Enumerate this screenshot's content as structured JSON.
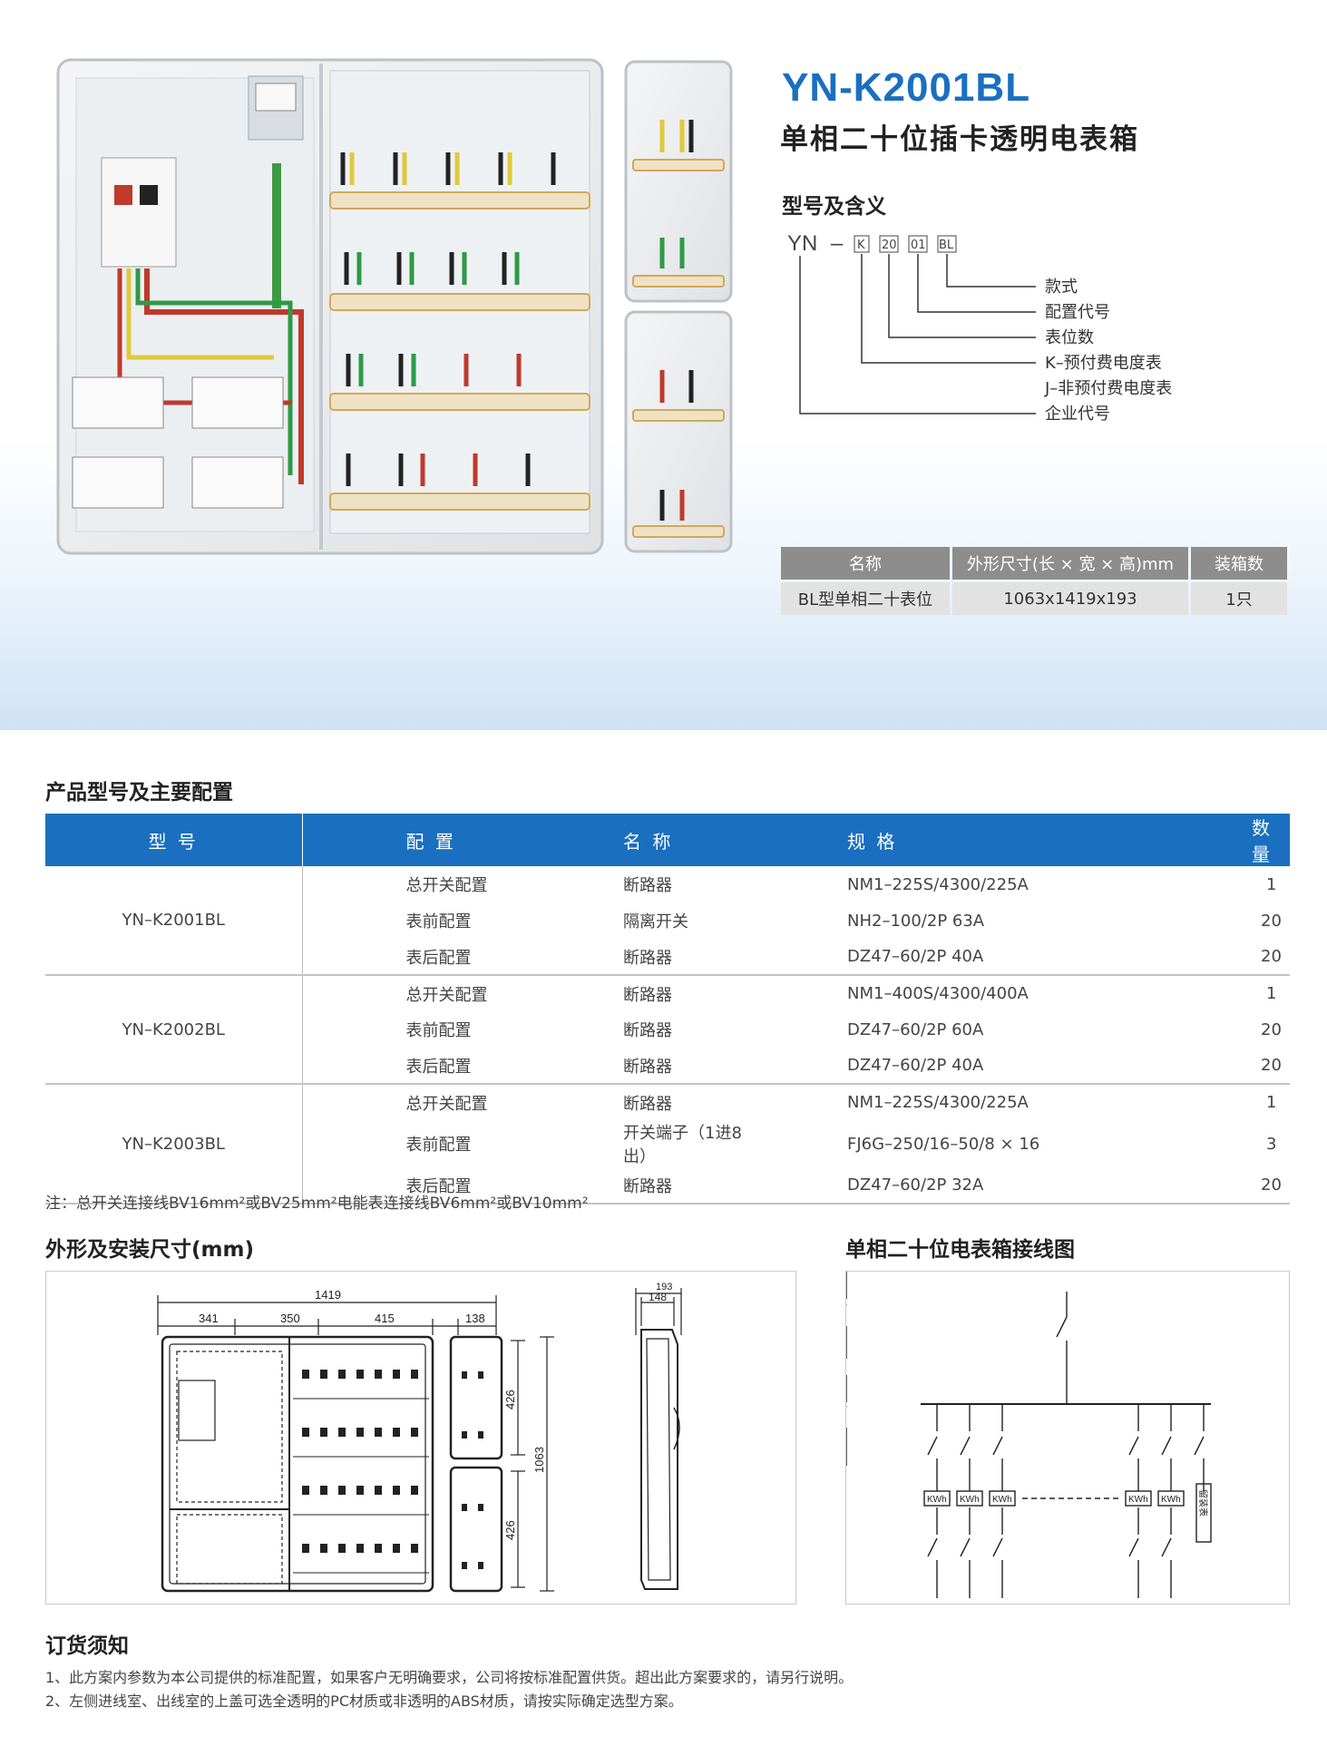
{
  "header": {
    "model_title": "YN-K2001BL",
    "product_name": "单相二十位插卡透明电表箱"
  },
  "model_meaning": {
    "title": "型号及含义",
    "code_prefix": "YN",
    "code_dash": "–",
    "code_parts": [
      "K",
      "20",
      "01",
      "BL"
    ],
    "legend": [
      "款式",
      "配置代号",
      "表位数",
      "K–预付费电度表",
      "J–非预付费电度表",
      "企业代号"
    ]
  },
  "spec_table": {
    "headers": [
      "名称",
      "外形尺寸(长 × 宽 × 高)mm",
      "装箱数"
    ],
    "row": [
      "BL型单相二十表位",
      "1063x1419x193",
      "1只"
    ]
  },
  "config_section": {
    "title": "产品型号及主要配置",
    "headers": [
      "型 号",
      "配 置",
      "名 称",
      "规 格",
      "数 量"
    ],
    "groups": [
      {
        "model": "YN–K2001BL",
        "rows": [
          [
            "总开关配置",
            "断路器",
            "NM1–225S/4300/225A",
            "1"
          ],
          [
            "表前配置",
            "隔离开关",
            "NH2–100/2P 63A",
            "20"
          ],
          [
            "表后配置",
            "断路器",
            "DZ47–60/2P 40A",
            "20"
          ]
        ]
      },
      {
        "model": "YN–K2002BL",
        "rows": [
          [
            "总开关配置",
            "断路器",
            "NM1–400S/4300/400A",
            "1"
          ],
          [
            "表前配置",
            "断路器",
            "DZ47–60/2P 60A",
            "20"
          ],
          [
            "表后配置",
            "断路器",
            "DZ47–60/2P 40A",
            "20"
          ]
        ]
      },
      {
        "model": "YN–K2003BL",
        "rows": [
          [
            "总开关配置",
            "断路器",
            "NM1–225S/4300/225A",
            "1"
          ],
          [
            "表前配置",
            "开关端子（1进8出）",
            "FJ6G–250/16–50/8 × 16",
            "3"
          ],
          [
            "表后配置",
            "断路器",
            "DZ47–60/2P 32A",
            "20"
          ]
        ]
      }
    ],
    "note": "注：总开关连接线BV16mm²或BV25mm²电能表连接线BV6mm²或BV10mm²"
  },
  "dimension_section": {
    "title": "外形及安装尺寸(mm)",
    "dims": {
      "total_width": "1419",
      "w1": "341",
      "w2": "350",
      "w3": "415",
      "w4": "138",
      "height": "1063",
      "h_upper": "426",
      "h_lower": "426",
      "depth_total": "193",
      "depth_inner": "148"
    }
  },
  "wiring_section": {
    "title": "单相二十位电表箱接线图",
    "meter_label": "KWh",
    "reserve_label": "留装表"
  },
  "ordering": {
    "title": "订货须知",
    "items": [
      "1、此方案内参数为本公司提供的标准配置，如果客户无明确要求，公司将按标准配置供货。超出此方案要求的，请另行说明。",
      "2、左侧进线室、出线室的上盖可选全透明的PC材质或非透明的ABS材质，请按实际确定选型方案。"
    ]
  },
  "colors": {
    "brand_blue": "#1a6fc0",
    "table_header_gray": "#8d8d8d",
    "table_cell_gray": "#e2e2e2"
  }
}
